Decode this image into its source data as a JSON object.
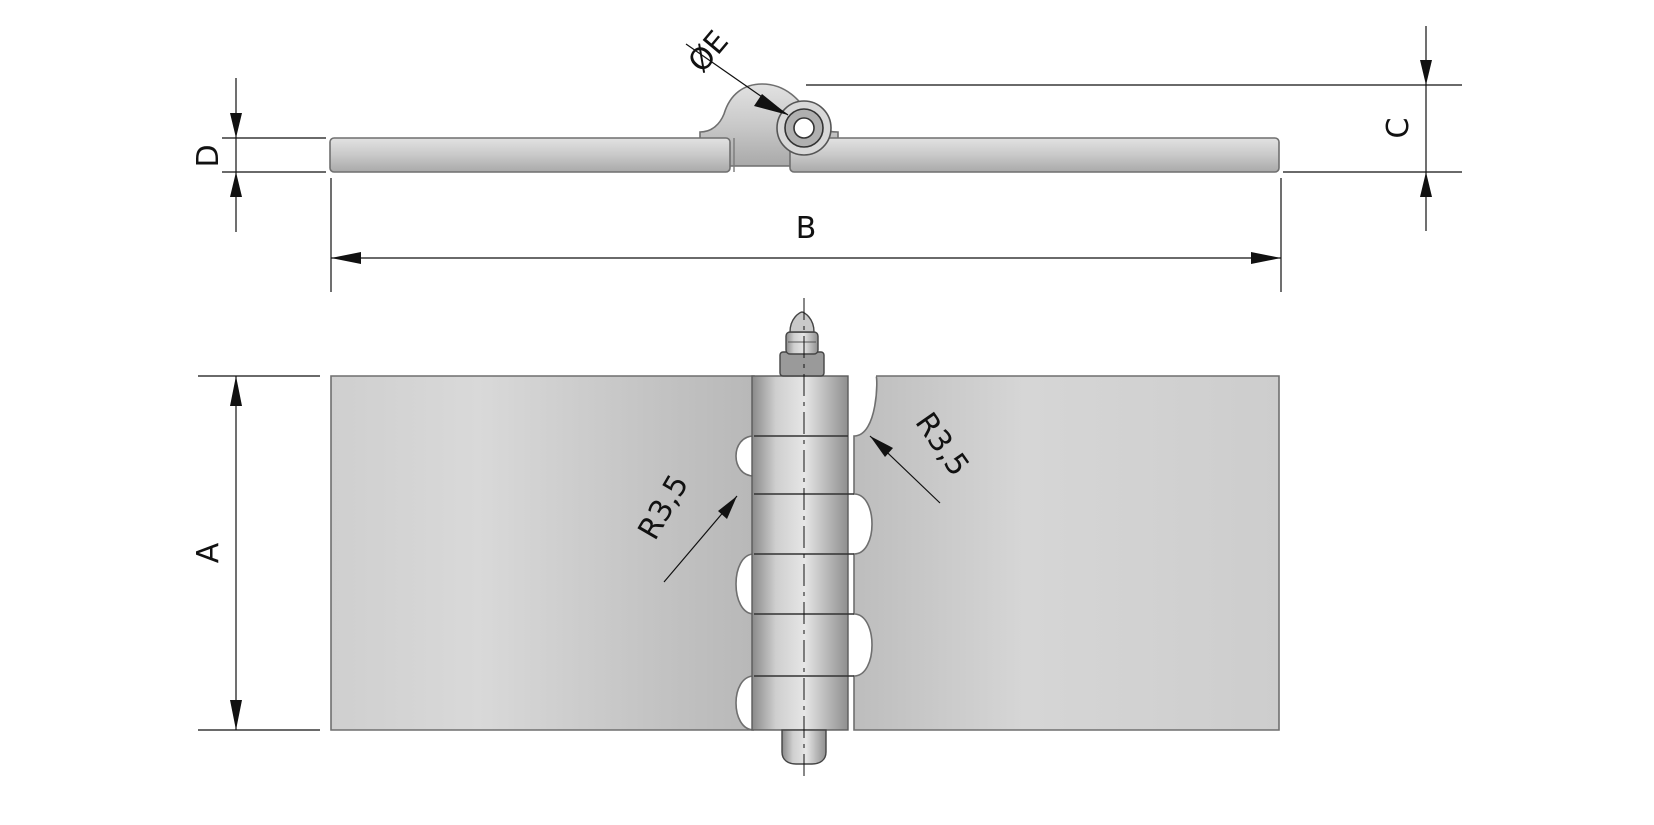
{
  "labels": {
    "dim_a": "A",
    "dim_b": "B",
    "dim_c": "C",
    "dim_d": "D",
    "dim_e": "ØE",
    "radius_left": "R3,5",
    "radius_right": "R3,5"
  },
  "colors": {
    "line": "#111111",
    "steel_light": "#dcdcdc",
    "steel_mid": "#bdbdbd",
    "steel_dark": "#8a8a8a",
    "outline": "#6f6f6f",
    "background": "#ffffff"
  }
}
